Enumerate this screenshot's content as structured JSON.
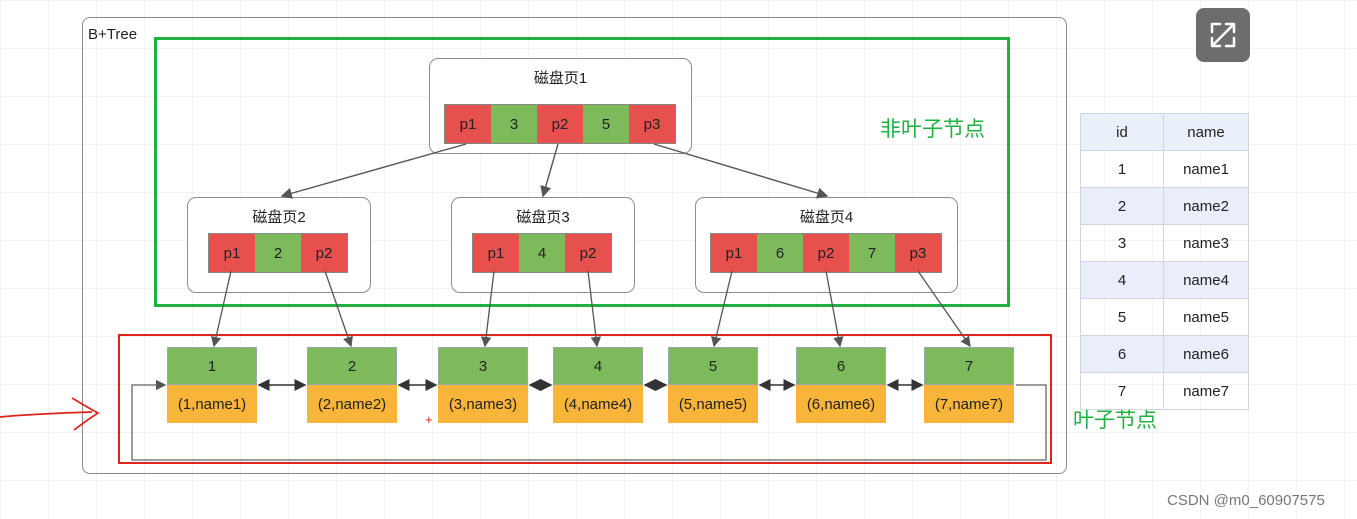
{
  "frame_title": "B+Tree",
  "nonleaf_label": "非叶子节点",
  "leaf_label": "叶子节点",
  "root": {
    "title": "磁盘页1",
    "cells": [
      {
        "text": "p1",
        "kind": "ptr"
      },
      {
        "text": "3",
        "kind": "key"
      },
      {
        "text": "p2",
        "kind": "ptr"
      },
      {
        "text": "5",
        "kind": "key"
      },
      {
        "text": "p3",
        "kind": "ptr"
      }
    ]
  },
  "level2": [
    {
      "title": "磁盘页2",
      "cells": [
        {
          "text": "p1",
          "kind": "ptr"
        },
        {
          "text": "2",
          "kind": "key"
        },
        {
          "text": "p2",
          "kind": "ptr"
        }
      ]
    },
    {
      "title": "磁盘页3",
      "cells": [
        {
          "text": "p1",
          "kind": "ptr"
        },
        {
          "text": "4",
          "kind": "key"
        },
        {
          "text": "p2",
          "kind": "ptr"
        }
      ]
    },
    {
      "title": "磁盘页4",
      "cells": [
        {
          "text": "p1",
          "kind": "ptr"
        },
        {
          "text": "6",
          "kind": "key"
        },
        {
          "text": "p2",
          "kind": "ptr"
        },
        {
          "text": "7",
          "kind": "key"
        },
        {
          "text": "p3",
          "kind": "ptr"
        }
      ]
    }
  ],
  "leaves": [
    {
      "key": "1",
      "value": "(1,name1)"
    },
    {
      "key": "2",
      "value": "(2,name2)"
    },
    {
      "key": "3",
      "value": "(3,name3)"
    },
    {
      "key": "4",
      "value": "(4,name4)"
    },
    {
      "key": "5",
      "value": "(5,name5)"
    },
    {
      "key": "6",
      "value": "(6,name6)"
    },
    {
      "key": "7",
      "value": "(7,name7)"
    }
  ],
  "table": {
    "headers": [
      "id",
      "name"
    ],
    "rows": [
      [
        "1",
        "name1"
      ],
      [
        "2",
        "name2"
      ],
      [
        "3",
        "name3"
      ],
      [
        "4",
        "name4"
      ],
      [
        "5",
        "name5"
      ],
      [
        "6",
        "name6"
      ],
      [
        "7",
        "name7"
      ]
    ]
  },
  "watermark": "CSDN @m0_60907575",
  "expand_icon": "expand-icon",
  "colors": {
    "pointer": "#e6514d",
    "key": "#7dba5c",
    "leaf_value": "#f9b53a",
    "nonleaf_border": "#1fb141",
    "leaf_border": "#e0251c"
  }
}
